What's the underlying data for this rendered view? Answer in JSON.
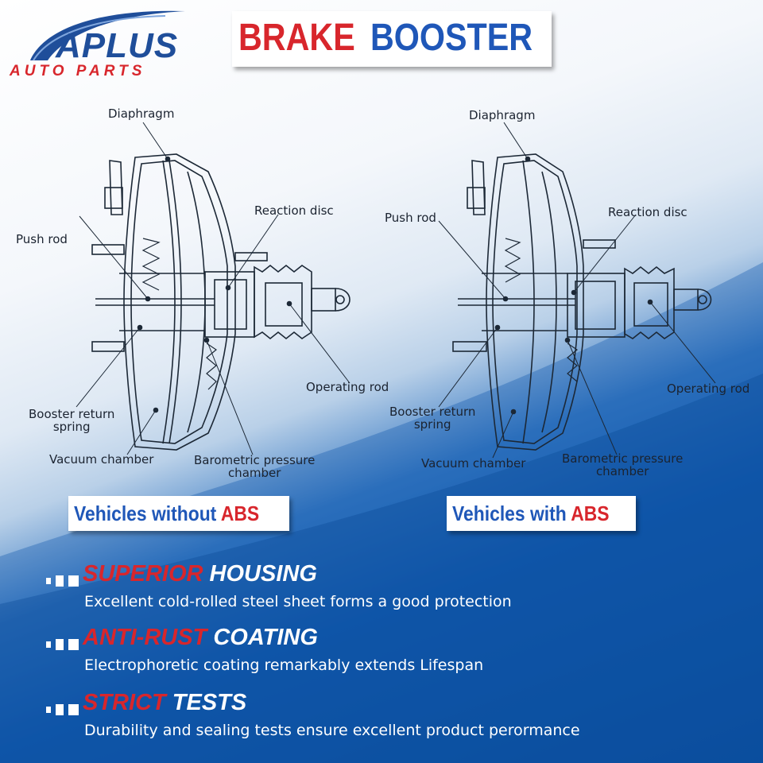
{
  "brand": {
    "name": "APLUS",
    "tagline": "AUTO PARTS"
  },
  "title": {
    "part1": "BRAKE",
    "part2": "BOOSTER"
  },
  "diagrams": [
    {
      "labels": {
        "diaphragm": "Diaphragm",
        "reaction_disc": "Reaction disc",
        "push_rod": "Push rod",
        "operating_rod": "Operating rod",
        "booster_return_spring": "Booster return\nspring",
        "vacuum_chamber": "Vacuum chamber",
        "barometric_pressure_chamber": "Barometric pressure\nchamber"
      },
      "badge": {
        "text": "Vehicles without ",
        "highlight": "ABS"
      }
    },
    {
      "labels": {
        "diaphragm": "Diaphragm",
        "reaction_disc": "Reaction disc",
        "push_rod": "Push rod",
        "operating_rod": "Operating rod",
        "booster_return_spring": "Booster return\nspring",
        "vacuum_chamber": "Vacuum chamber",
        "barometric_pressure_chamber": "Barometric pressure\nchamber"
      },
      "badge": {
        "text": "Vehicles with ",
        "highlight": "ABS"
      }
    }
  ],
  "features": [
    {
      "title_red": "SUPERIOR",
      "title_white": " HOUSING",
      "description": "Excellent cold-rolled steel sheet forms a good protection"
    },
    {
      "title_red": "ANTI-RUST",
      "title_white": " COATING",
      "description": "Electrophoretic coating remarkably extends Lifespan"
    },
    {
      "title_red": "STRICT",
      "title_white": " TESTS",
      "description": "Durability and sealing tests ensure excellent product perormance"
    }
  ],
  "colors": {
    "red": "#d8262c",
    "blue": "#1f57b8",
    "navy": "#0c4f9e"
  }
}
